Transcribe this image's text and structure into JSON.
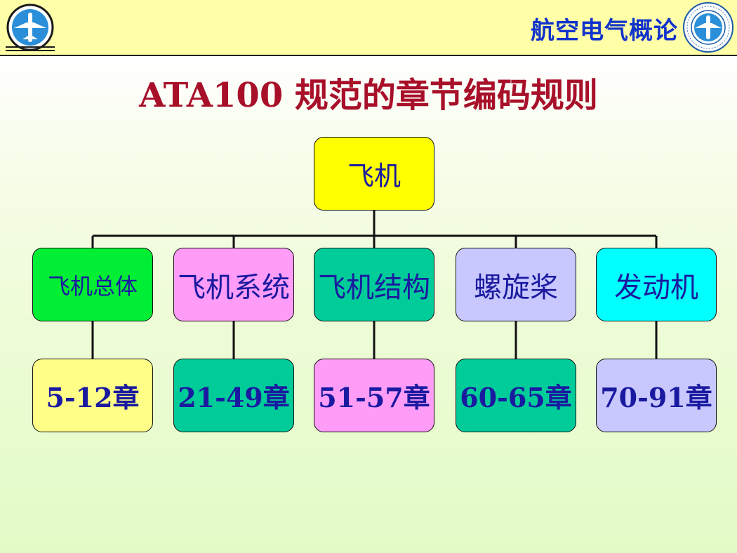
{
  "header": {
    "title": "航空电气概论"
  },
  "slide": {
    "title": "ATA100 规范的章节编码规则"
  },
  "tree": {
    "root": "飞机",
    "categories": [
      {
        "label": "飞机总体",
        "color": "#00ee33"
      },
      {
        "label": "飞机系统",
        "color": "#ff9cf8"
      },
      {
        "label": "飞机结构",
        "color": "#00cc99"
      },
      {
        "label": "螺旋桨",
        "color": "#c8c8ff"
      },
      {
        "label": "发动机",
        "color": "#00ffff"
      }
    ],
    "chapters": [
      {
        "label": "5-12章",
        "color": "#ffff88"
      },
      {
        "label": "21-49章",
        "color": "#00cc99"
      },
      {
        "label": "51-57章",
        "color": "#ff9cf8"
      },
      {
        "label": "60-65章",
        "color": "#00cc99"
      },
      {
        "label": "70-91章",
        "color": "#c8c8ff"
      }
    ]
  },
  "colors": {
    "header_bg": "#ffffa8",
    "title_red": "#a8102a",
    "text_blue": "#1a1aa0",
    "root_yellow": "#ffff00"
  }
}
